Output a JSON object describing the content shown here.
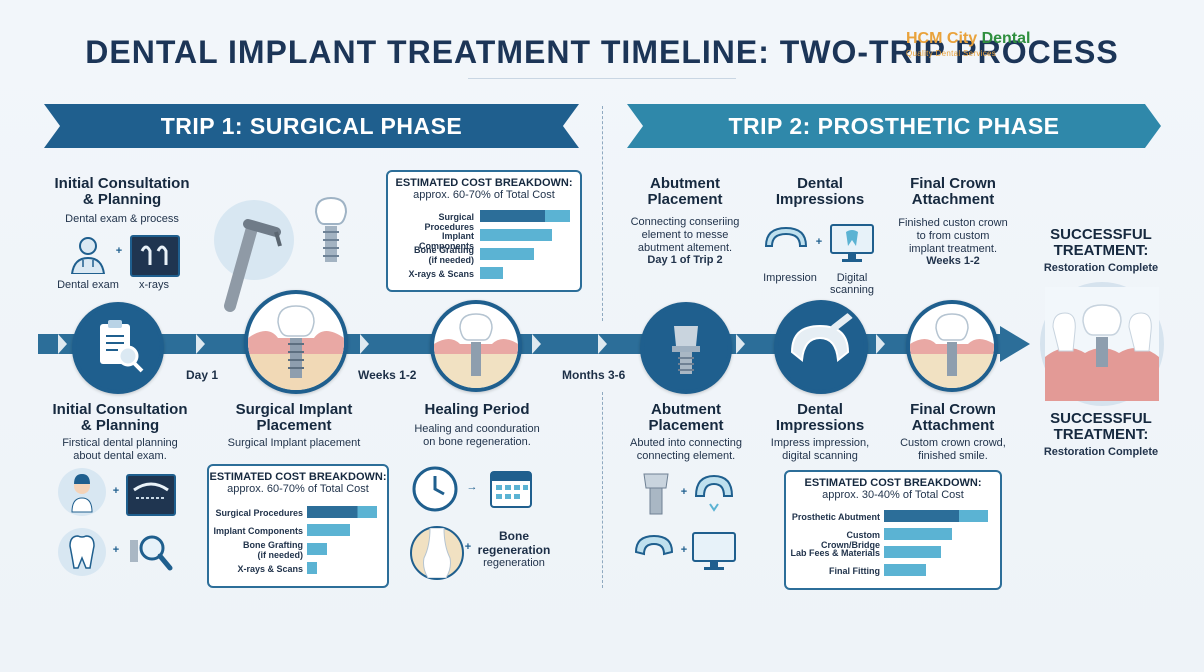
{
  "title": "DENTAL IMPLANT TREATMENT TIMELINE: TWO-TRIP PROCESS",
  "brand": {
    "name_a": "HCM City",
    "name_b": "Dental",
    "tagline": "Quality Dental Services"
  },
  "trip1": {
    "banner": "TRIP 1: SURGICAL PHASE"
  },
  "trip2": {
    "banner": "TRIP 2: PROSTHETIC PHASE"
  },
  "top": {
    "consult": {
      "title": "Initial Consultation\n& Planning",
      "sub": "Dental exam & process",
      "lbl1": "Dental exam",
      "lbl2": "x-rays"
    },
    "abutment": {
      "title": "Abutment\nPlacement",
      "sub": "Connecting conseriing\nelement to messe\nabutment altement.",
      "bold": "Day 1 of Trip 2"
    },
    "impressions": {
      "title": "Dental\nImpressions",
      "lbl1": "Impression",
      "lbl2": "Digital\nscanning"
    },
    "crown": {
      "title": "Final Crown\nAttachment",
      "sub": "Finished custon crown\nto from custom\nimplant treatment.",
      "bold": "Weeks 1-2"
    },
    "success": {
      "title": "SUCCESSFUL\nTREATMENT:",
      "sub": "Restoration Complete"
    }
  },
  "timeline_labels": {
    "day1": "Day 1",
    "weeks": "Weeks 1-2",
    "months": "Months 3-6"
  },
  "bottom": {
    "consult": {
      "title": "Initial Consultation\n& Planning",
      "sub": "Firstical dental planning\nabout dental exam."
    },
    "surgical": {
      "title": "Surgical Implant\nPlacement",
      "sub": "Surgical Implant placement"
    },
    "healing": {
      "title": "Healing Period",
      "sub": "Healing and coonduration\non bone regeneration.",
      "bone_title": "Bone\nregeneration",
      "bone_sub": "regeneration"
    },
    "abutment": {
      "title": "Abutment\nPlacement",
      "sub": "Abuted into connecting\nconnecting element."
    },
    "impressions": {
      "title": "Dental\nImpressions",
      "sub": "Impress impression,\ndigital scanning"
    },
    "crown": {
      "title": "Final Crown\nAttachment",
      "sub": "Custom crown crowd,\nfinished smile."
    },
    "success": {
      "title": "SUCCESSFUL\nTREATMENT:",
      "sub": "Restoration Complete"
    }
  },
  "cost_top": {
    "title": "ESTIMATED COST BREAKDOWN:",
    "sub": "approx. 60-70% of Total Cost",
    "rows": [
      "Surgical Procedures",
      "Implant Components",
      "Bone Grafting\n(if needed)",
      "X-rays & Scans"
    ],
    "values": [
      1.0,
      0.8,
      0.6,
      0.25
    ]
  },
  "cost_mid": {
    "title": "ESTIMATED COST BREAKDOWN:",
    "sub": "approx. 60-70% of Total Cost",
    "rows": [
      "Surgical Procedures",
      "Implant Components",
      "Bone Grafting\n(if needed)",
      "X-rays & Scans"
    ],
    "values": [
      1.0,
      0.62,
      0.28,
      0.14
    ]
  },
  "cost_right": {
    "title": "ESTIMATED COST BREAKDOWN:",
    "sub": "approx. 30-40% of Total Cost",
    "rows": [
      "Prosthetic Abutment",
      "Custom Crown/Bridge",
      "Lab Fees & Materials",
      "Final Fitting"
    ],
    "values": [
      1.0,
      0.65,
      0.55,
      0.4
    ]
  },
  "colors": {
    "navy": "#1f5f8e",
    "teal": "#2f88aa",
    "bar_dark": "#2c6e99",
    "bar_light": "#5bb3d3"
  },
  "icons": [
    "clipboard-icon",
    "doctor-icon",
    "xray-icon",
    "drill-icon",
    "implant-icon",
    "tooth-icon",
    "clock-icon",
    "calendar-icon",
    "bone-icon",
    "abutment-icon",
    "tray-icon",
    "monitor-icon",
    "magnifier-icon"
  ]
}
